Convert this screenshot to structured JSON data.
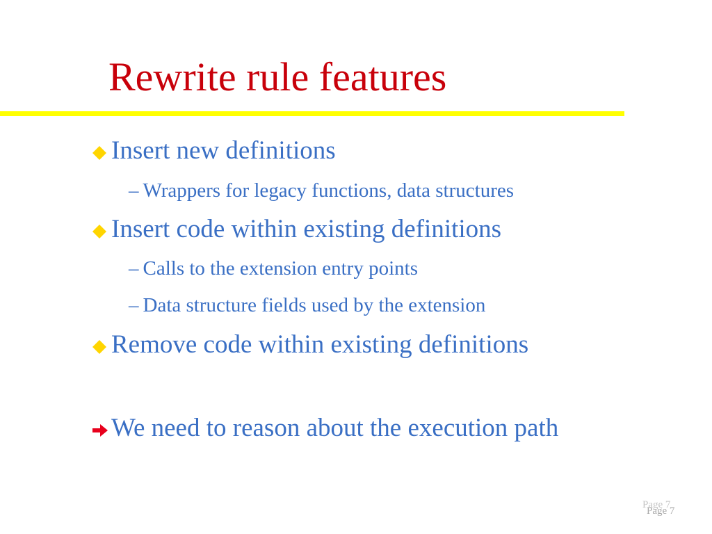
{
  "slide": {
    "title": "Rewrite rule features",
    "bullets": [
      {
        "level": 1,
        "marker": "diamond-bullet-icon",
        "text": "Insert new definitions"
      },
      {
        "level": 2,
        "marker": "dash",
        "text": "Wrappers for legacy functions, data structures"
      },
      {
        "level": 1,
        "marker": "diamond-bullet-icon",
        "text": "Insert code within existing definitions"
      },
      {
        "level": 2,
        "marker": "dash",
        "text": "Calls to the extension entry points"
      },
      {
        "level": 2,
        "marker": "dash",
        "text": "Data structure fields used by the extension"
      },
      {
        "level": 1,
        "marker": "diamond-bullet-icon",
        "text": "Remove code within existing definitions"
      },
      {
        "level": 1,
        "marker": "arrow-right-icon",
        "text": "We need to reason about the execution path"
      }
    ],
    "dash_glyph": "–",
    "footer": {
      "page_label_shadow": "Page 7",
      "page_label": "Page 7"
    },
    "colors": {
      "title": "#c8000a",
      "body_text": "#3a6fc4",
      "rule": "#ffff00",
      "diamond_bullet": "#ffd500",
      "arrow_bullet": "#e8001c",
      "footer": "#a9a9a9"
    }
  }
}
